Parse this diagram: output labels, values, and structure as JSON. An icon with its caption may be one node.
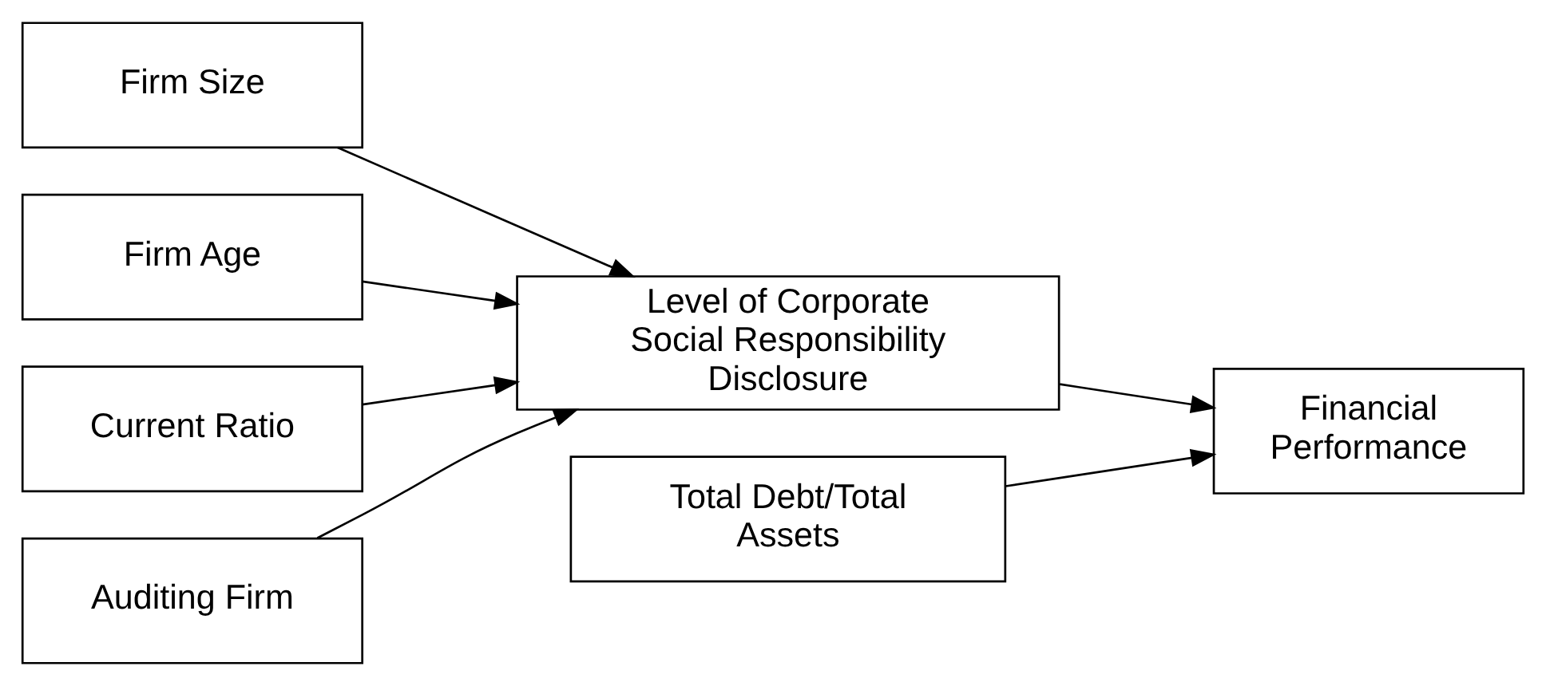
{
  "diagram": {
    "nodes": [
      {
        "text": [
          "Firm Size"
        ]
      },
      {
        "text": [
          "Firm Age"
        ]
      },
      {
        "text": [
          "Current Ratio"
        ]
      },
      {
        "text": [
          "Auditing Firm"
        ]
      },
      {
        "text": [
          "Level of Corporate Social Responsibility Disclosure"
        ]
      },
      {
        "text": [
          "Financial Performance"
        ]
      },
      {
        "text": [
          "Total Debt/Total Assets"
        ]
      }
    ],
    "edges": [
      {
        "from": 0,
        "to": 4,
        "arrow": "to"
      },
      {
        "from": 1,
        "to": 4,
        "arrow": "to"
      },
      {
        "from": 2,
        "to": 4,
        "arrow": "to"
      },
      {
        "from": 3,
        "to": 4,
        "arrow": "to"
      },
      {
        "from": 4,
        "to": 5,
        "arrow": "to"
      },
      {
        "from": 6,
        "to": 5,
        "arrow": "to"
      }
    ]
  }
}
